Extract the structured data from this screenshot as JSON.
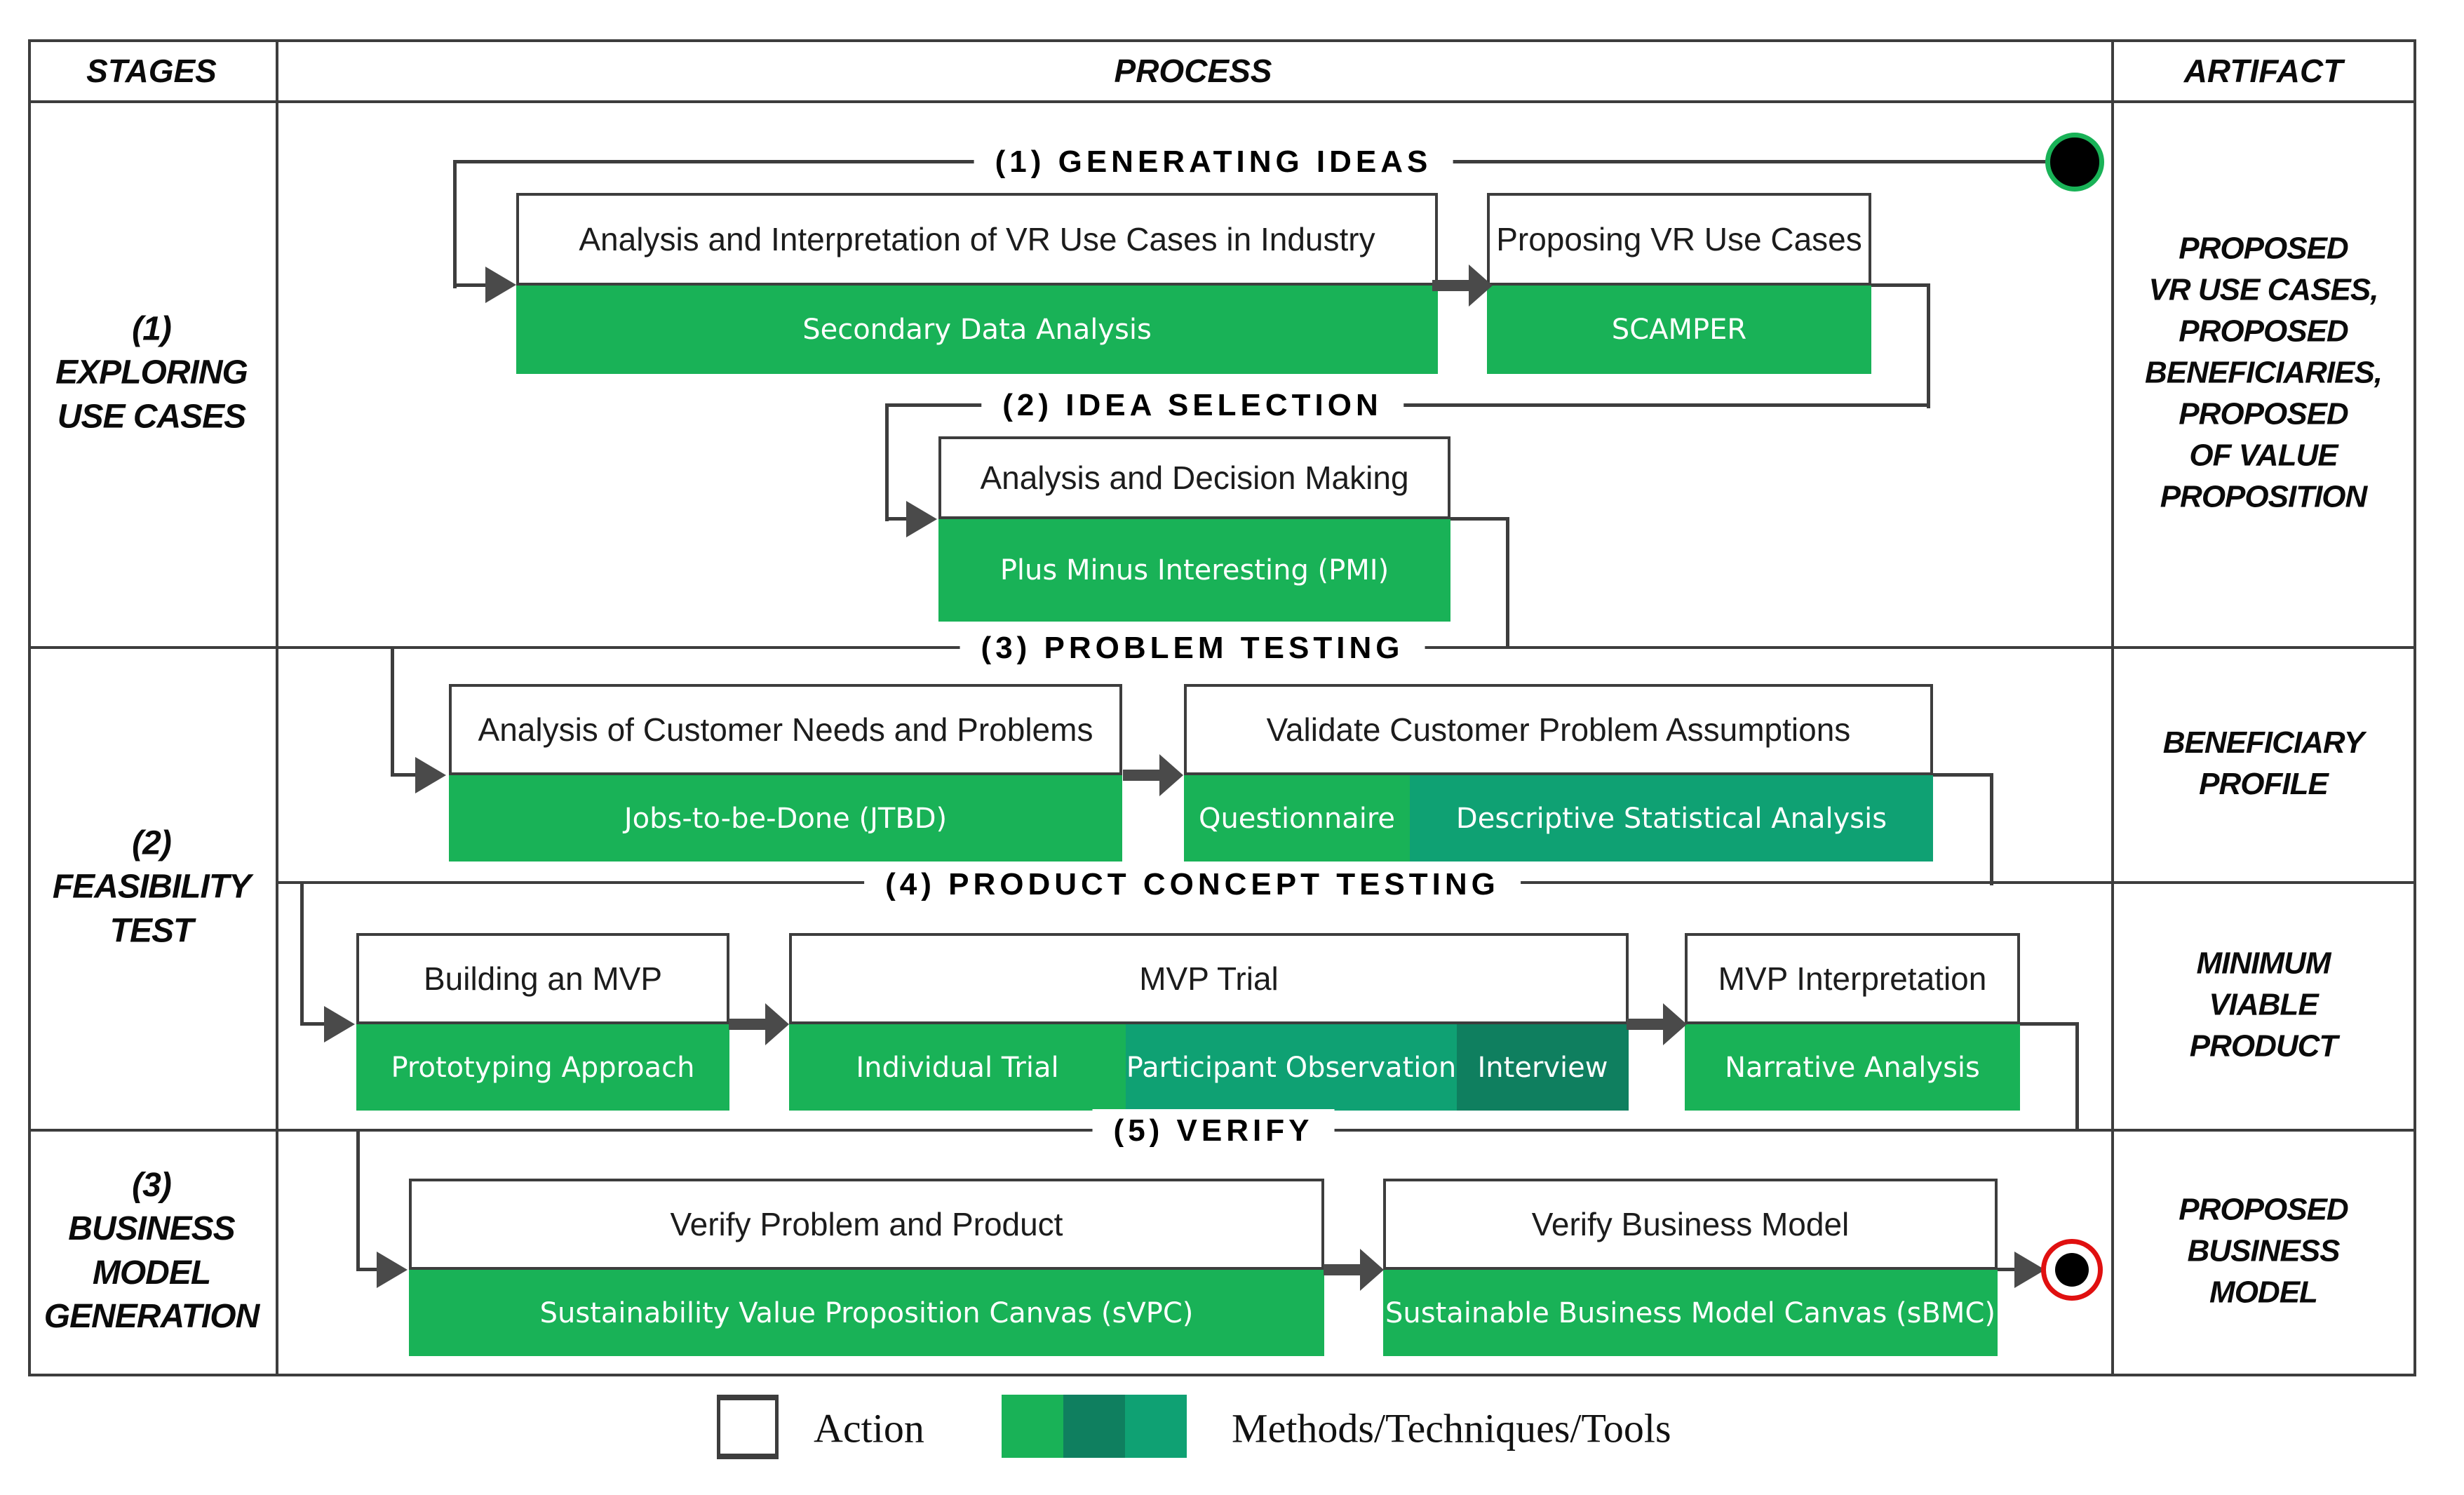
{
  "header": {
    "stages": "STAGES",
    "process": "PROCESS",
    "artifact": "ARTIFACT"
  },
  "stages": {
    "s1": "(1)\nEXPLORING\nUSE CASES",
    "s2": "(2)\nFEASIBILITY\nTEST",
    "s3": "(3)\nBUSINESS\nMODEL\nGENERATION"
  },
  "artifacts": {
    "a1": "PROPOSED\nVR USE CASES,\nPROPOSED\nBENEFICIARIES,\nPROPOSED\nOF VALUE\nPROPOSITION",
    "a2": "BENEFICIARY\nPROFILE",
    "a3": "MINIMUM VIABLE\nPRODUCT",
    "a4": "PROPOSED\nBUSINESS MODEL"
  },
  "phases": {
    "p1": "(1) GENERATING IDEAS",
    "p2": "(2) IDEA SELECTION",
    "p3": "(3) PROBLEM TESTING",
    "p4": "(4) PRODUCT CONCEPT TESTING",
    "p5": "(5) VERIFY"
  },
  "units": {
    "u1": {
      "action": "Analysis and Interpretation of VR Use Cases in Industry",
      "m1": "Secondary Data Analysis"
    },
    "u2": {
      "action": "Proposing VR Use Cases",
      "m1": "SCAMPER"
    },
    "u3": {
      "action": "Analysis and Decision Making",
      "m1": "Plus Minus Interesting (PMI)"
    },
    "u4": {
      "action": "Analysis of Customer Needs and Problems",
      "m1": "Jobs-to-be-Done (JTBD)"
    },
    "u5": {
      "action": "Validate Customer Problem Assumptions",
      "m1": "Questionnaire",
      "m2": "Descriptive Statistical Analysis"
    },
    "u6": {
      "action": "Building an MVP",
      "m1": "Prototyping Approach"
    },
    "u7": {
      "action": "MVP Trial",
      "m1": "Individual Trial",
      "m2": "Participant Observation",
      "m3": "Interview"
    },
    "u8": {
      "action": "MVP Interpretation",
      "m1": "Narrative Analysis"
    },
    "u9": {
      "action": "Verify Problem and Product",
      "m1": "Sustainability Value Proposition Canvas (sVPC)"
    },
    "u10": {
      "action": "Verify Business Model",
      "m1": "Sustainable Business Model Canvas (sBMC)"
    }
  },
  "legend": {
    "action_label": "Action",
    "methods_label": "Methods/Techniques/Tools"
  },
  "colors": {
    "bright_green": "#19b257",
    "medium_green": "#0fa173",
    "dark_green": "#0f7f5f",
    "line": "#3d3d3d",
    "start_ring": "#19b257",
    "end_ring": "#e01010"
  }
}
